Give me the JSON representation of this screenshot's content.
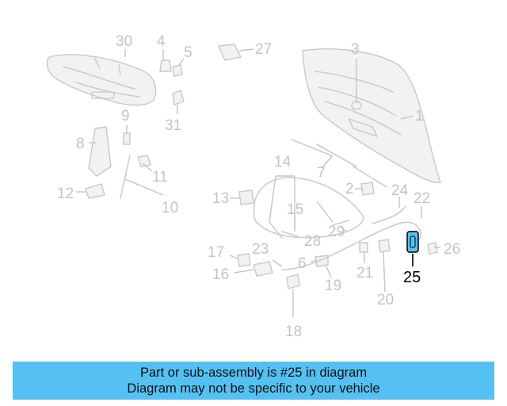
{
  "colors": {
    "banner_background": "#55c0f2",
    "highlight_part": "#55c0f2",
    "part_line": "#cccccc",
    "callout_text": "#c4c4c4",
    "highlight_text": "#000000"
  },
  "callouts": [
    "30",
    "4",
    "5",
    "27",
    "3",
    "1",
    "9",
    "31",
    "8",
    "11",
    "10",
    "12",
    "14",
    "7",
    "2",
    "24",
    "22",
    "13",
    "15",
    "29",
    "28",
    "17",
    "23",
    "6",
    "25",
    "26",
    "16",
    "21",
    "19",
    "20",
    "18"
  ],
  "highlighted_part": "25",
  "banner": {
    "line1": "Part or sub-assembly is #25 in diagram",
    "line2": "Diagram may not be specific to your vehicle"
  }
}
